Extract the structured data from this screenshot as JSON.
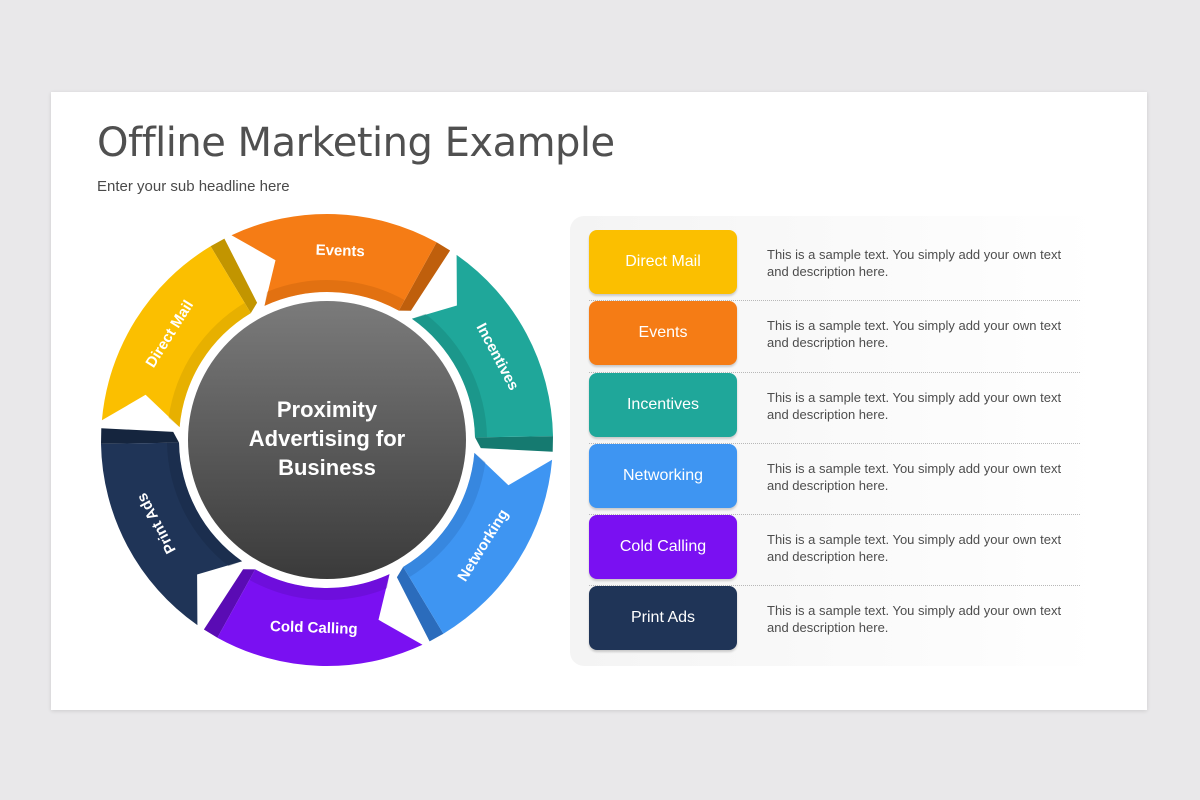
{
  "title": "Offline Marketing Example",
  "subtitle": "Enter your sub headline here",
  "center": {
    "lines": [
      "Proximity",
      "Advertising for",
      "Business"
    ]
  },
  "segments": [
    {
      "label": "Direct Mail",
      "color": "#fbbf00",
      "shade": "#c29500"
    },
    {
      "label": "Events",
      "color": "#f57c15",
      "shade": "#bf5f0c"
    },
    {
      "label": "Incentives",
      "color": "#1fa79a",
      "shade": "#157a70"
    },
    {
      "label": "Networking",
      "color": "#3e95f2",
      "shade": "#2b6cbc"
    },
    {
      "label": "Cold Calling",
      "color": "#7a10f2",
      "shade": "#5a0bb4"
    },
    {
      "label": "Print Ads",
      "color": "#1f3457",
      "shade": "#15253e"
    }
  ],
  "items": [
    {
      "label": "Direct Mail",
      "color": "#fbbf00",
      "text": "This is a sample text. You simply add your own text and description here."
    },
    {
      "label": "Events",
      "color": "#f57c15",
      "text": "This is a sample text. You simply add your own text and description here."
    },
    {
      "label": "Incentives",
      "color": "#1fa79a",
      "text": "This is a sample text. You simply add your own text and description here."
    },
    {
      "label": "Networking",
      "color": "#3e95f2",
      "text": "This is a sample text. You simply add your own text and description here."
    },
    {
      "label": "Cold Calling",
      "color": "#7a10f2",
      "text": "This is a sample text. You simply add your own text and description here."
    },
    {
      "label": "Print Ads",
      "color": "#1f3457",
      "text": "This is a sample text. You simply add your own text and description here."
    }
  ]
}
